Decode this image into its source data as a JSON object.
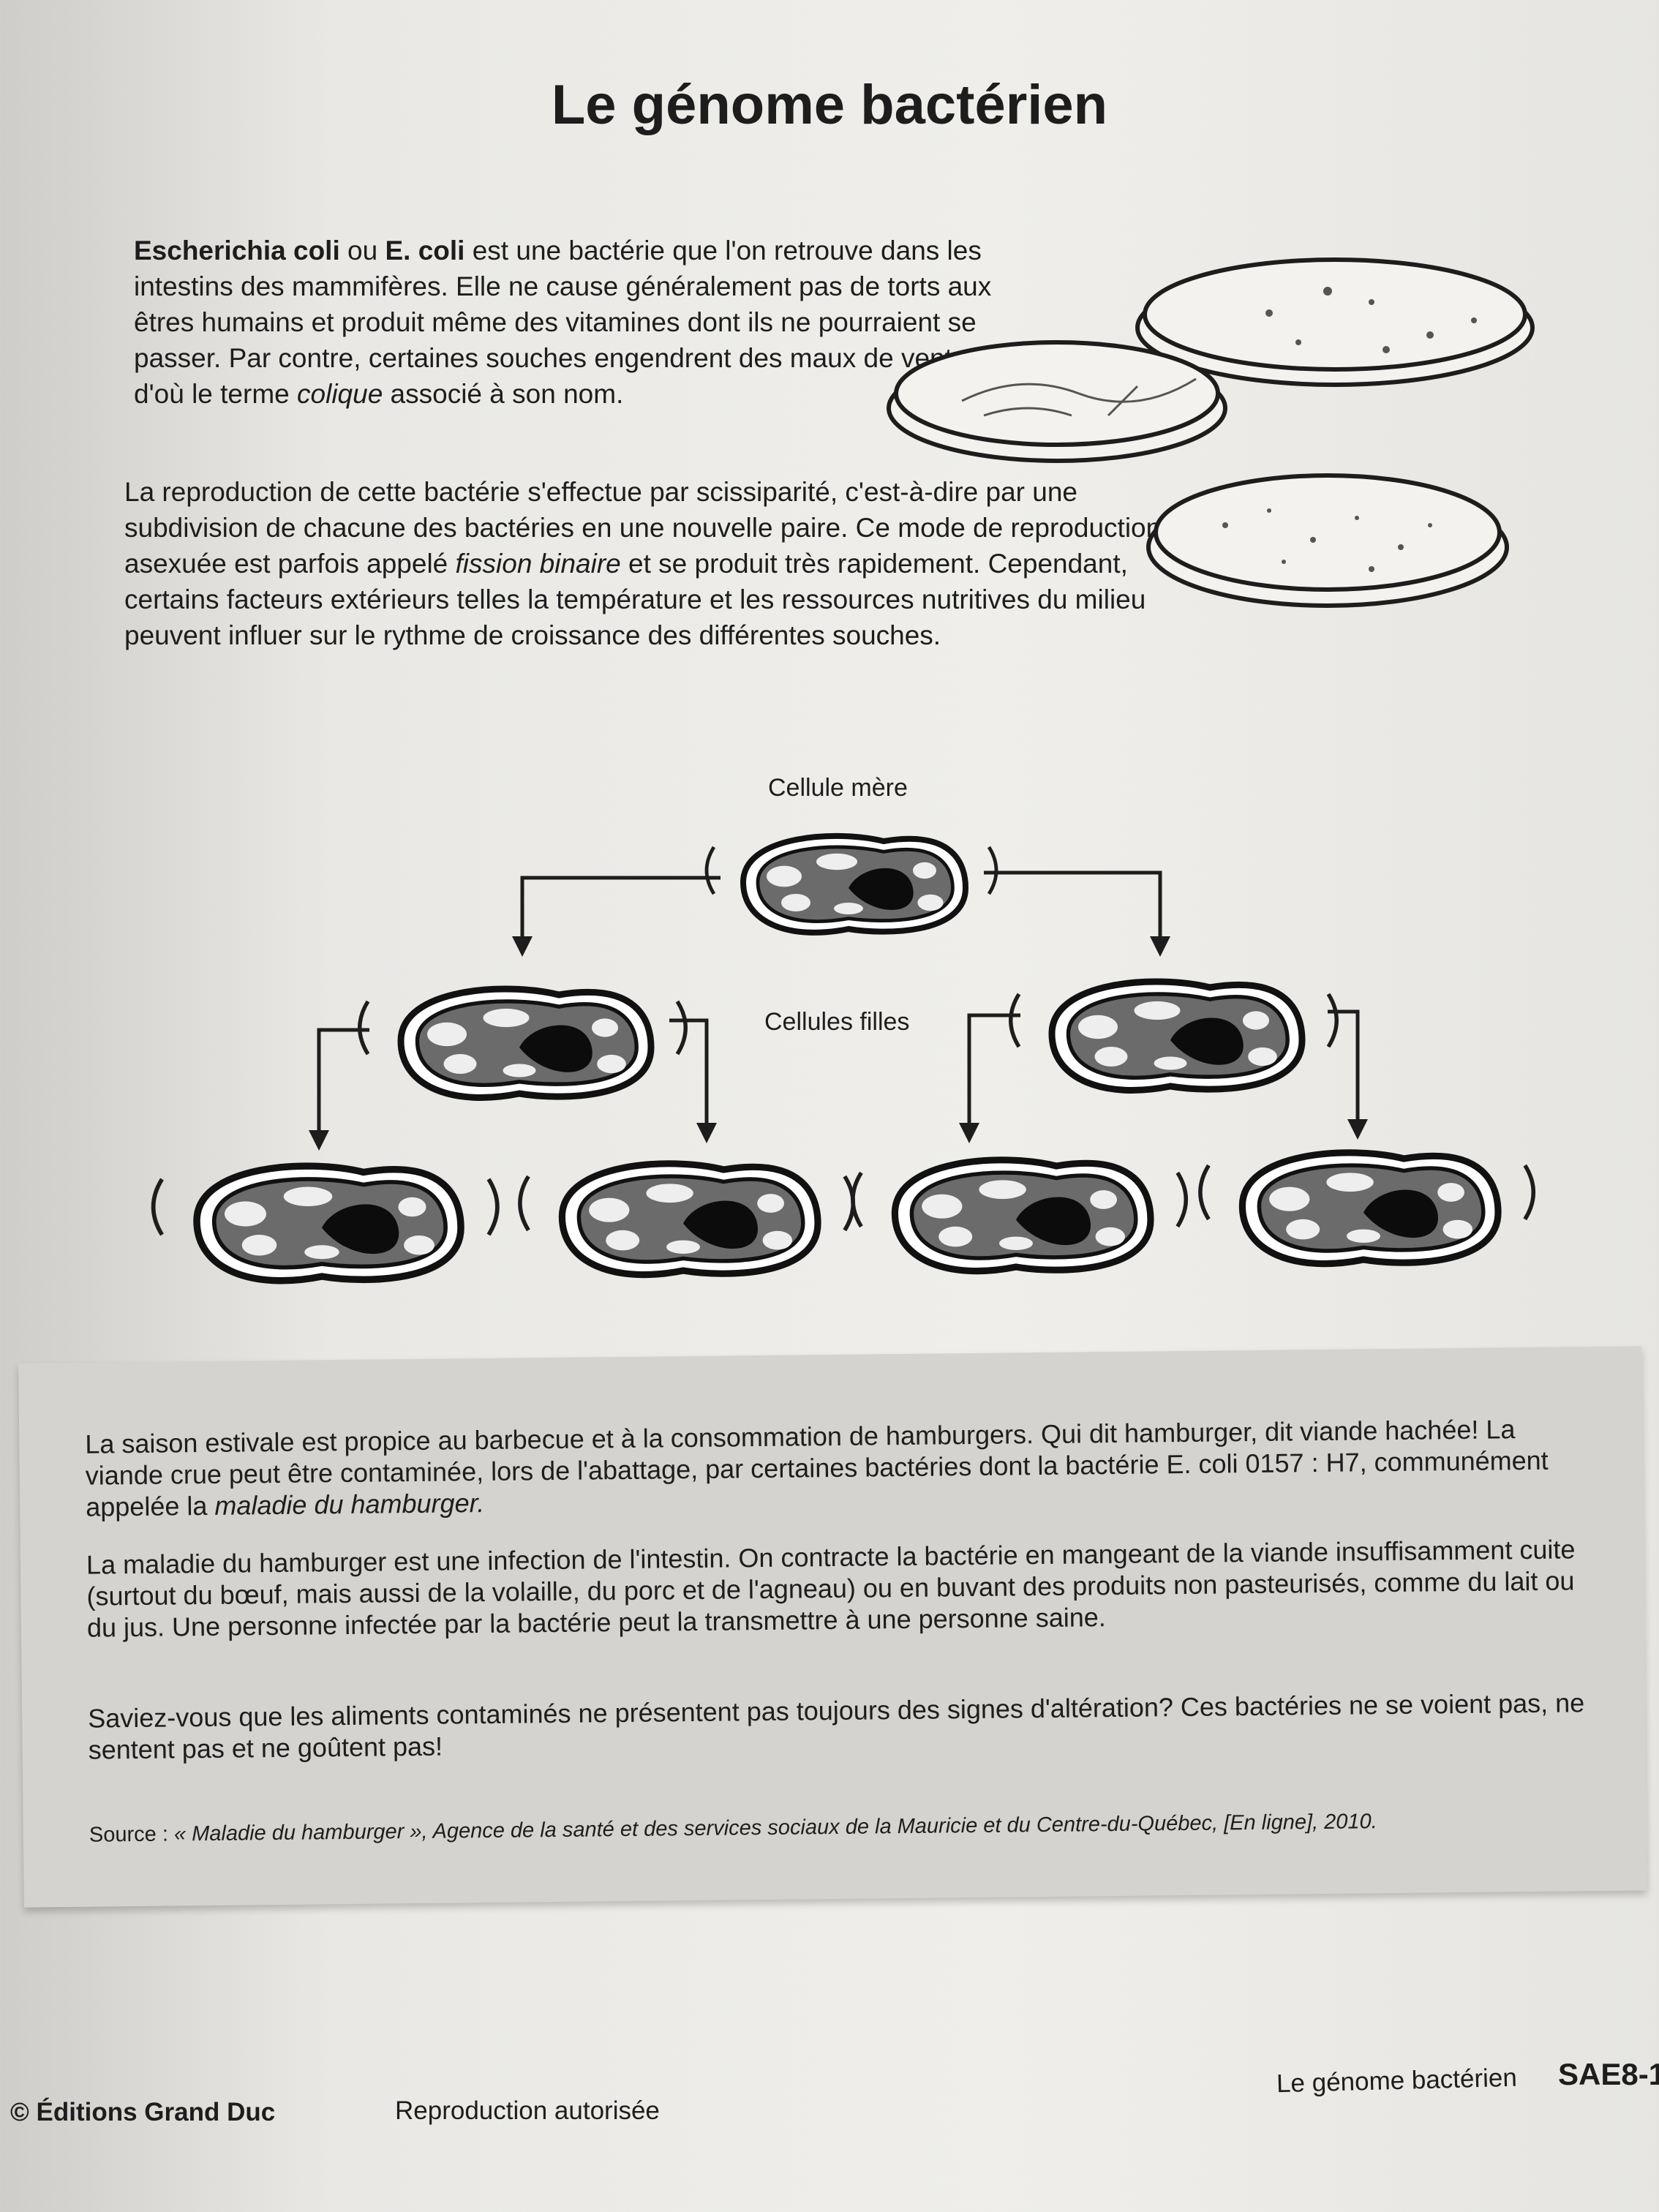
{
  "title": "Le génome bactérien",
  "intro": {
    "p1_bold": "Escherichia coli",
    "p1_mid": " ou ",
    "p1_bold2": "E. coli",
    "p1_rest": " est une bactérie que l'on retrouve dans les intestins des mammifères. Elle ne cause généralement pas de torts aux êtres humains et produit même des vitamines dont ils ne pourraient se passer. Par contre, certaines souches engendrent des maux de ventre, d'où le terme ",
    "p1_italic": "colique",
    "p1_end": " associé à son nom.",
    "p2_start": "La reproduction de cette bactérie s'effectue par scissiparité, c'est-à-dire par une subdivision de chacune des bactéries en une nouvelle paire. Ce mode de reproduction asexuée est parfois appelé ",
    "p2_italic": "fission binaire",
    "p2_end": " et se produit très rapidement. Cependant, certains facteurs extérieurs telles la température et les ressources nutritives du milieu peuvent influer sur le rythme de croissance des différentes souches."
  },
  "diagram": {
    "mother_label": "Cellule mère",
    "daughters_label": "Cellules filles"
  },
  "box": {
    "p1_start": "La saison estivale est propice au barbecue et à la consommation de hamburgers. Qui dit hamburger, dit viande hachée! La viande crue peut être contaminée, lors de l'abattage, par certaines bactéries dont la bactérie E. coli 0157 : H7, communément appelée la ",
    "p1_italic": "maladie du hamburger.",
    "p2": "La maladie du hamburger est une infection de l'intestin. On contracte la bactérie en mangeant de la viande insuffisamment cuite (surtout du bœuf, mais aussi de la volaille, du porc et de l'agneau) ou en buvant des produits non pasteurisés, comme du lait ou du jus. Une personne infectée par la bactérie peut la transmettre à une personne saine.",
    "p3": "Saviez-vous que les aliments contaminés ne présentent pas toujours des signes d'altération? Ces bactéries ne se voient pas, ne sentent pas et ne goûtent pas!",
    "source_label": "Source : ",
    "source_text": "« Maladie du hamburger », Agence de la santé et des services sociaux de la Mauricie et du Centre-du-Québec, [En ligne], 2010."
  },
  "footer": {
    "publisher": "© Éditions Grand Duc",
    "rights": "Reproduction autorisée",
    "page_title": "Le génome bactérien",
    "code": "SAE8-1"
  }
}
